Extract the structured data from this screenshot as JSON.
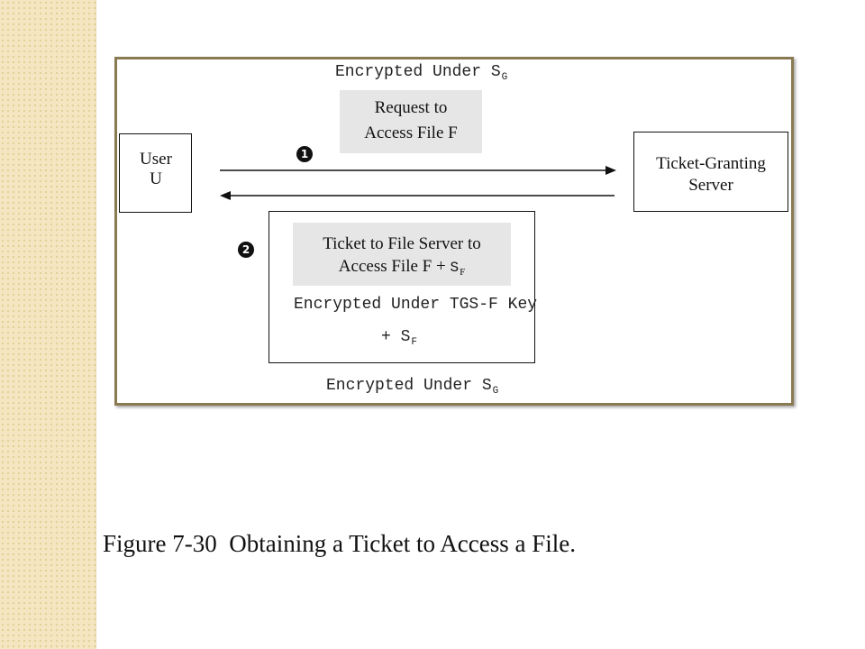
{
  "diagram": {
    "top_label": {
      "text": "Encrypted Under S",
      "sub": "G"
    },
    "request_box": {
      "line1": "Request to",
      "line2": "Access File F"
    },
    "user_box": {
      "line1": "User",
      "line2": "U"
    },
    "tgs_box": {
      "line1": "Ticket-Granting",
      "line2": "Server"
    },
    "step1": "❶",
    "step2": "❷",
    "ticket_box": {
      "line1": "Ticket to File Server to",
      "line2_prefix": "Access File F + ",
      "sf_text": "S",
      "sf_sub": "F"
    },
    "tgs_key_label": "Encrypted Under TGS-F Key",
    "plus_sf": {
      "text": "+ S",
      "sub": "F"
    },
    "bottom_label": {
      "text": "Encrypted Under S",
      "sub": "G"
    },
    "colors": {
      "frame_border": "#8a7a52",
      "grey_fill": "#e6e6e6",
      "sidebar": "#f3e6c0"
    }
  },
  "caption": "Figure 7-30  Obtaining a Ticket to Access a File."
}
